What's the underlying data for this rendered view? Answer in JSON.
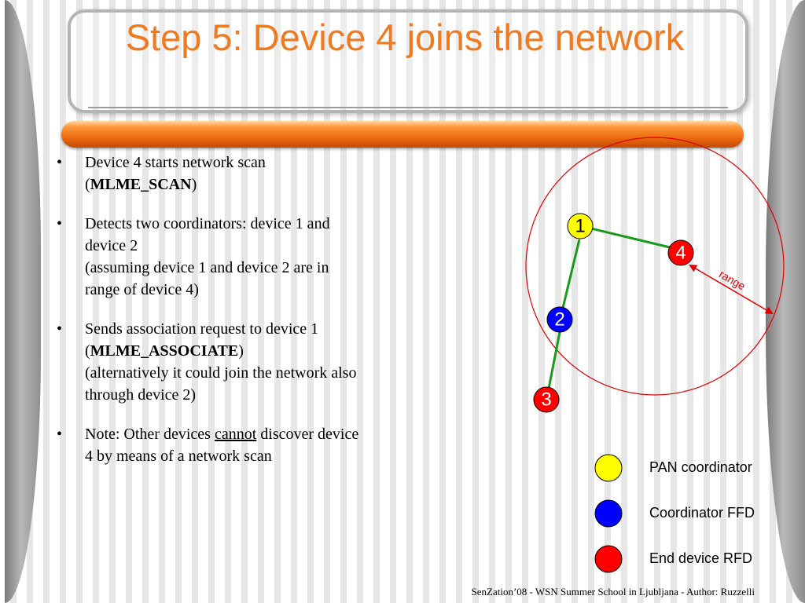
{
  "title": "Step 5: Device 4 joins the network",
  "bullets": [
    {
      "line1": "Device 4 starts network scan",
      "open": "(",
      "command": "MLME_SCAN",
      "close": ")"
    },
    {
      "line1": "Detects two coordinators: device 1 and",
      "line2": "device 2",
      "line3": "(assuming device 1 and  device 2 are in",
      "line4": "range of device 4)"
    },
    {
      "line1": "Sends association request to device 1",
      "open": "(",
      "command": "MLME_ASSOCIATE",
      "close": ")",
      "line3": "(alternatively it could join the network also",
      "line4": "through device 2)"
    },
    {
      "prefix": "Note: Other devices ",
      "emphasis": "cannot",
      "suffix": " discover device",
      "line2": "4 by means of a network scan"
    }
  ],
  "diagram": {
    "nodes": [
      {
        "label": "1",
        "role": "PAN coordinator",
        "color": "#ffff00",
        "text_color": "#000000"
      },
      {
        "label": "2",
        "role": "Coordinator FFD",
        "color": "#0000ff",
        "text_color": "#ffffff"
      },
      {
        "label": "3",
        "role": "End device RFD",
        "color": "#ff0000",
        "text_color": "#ffffff"
      },
      {
        "label": "4",
        "role": "End device RFD",
        "color": "#ff0000",
        "text_color": "#ffffff"
      }
    ],
    "links": [
      {
        "from": "1",
        "to": "4"
      },
      {
        "from": "1",
        "to": "2"
      },
      {
        "from": "2",
        "to": "3"
      }
    ],
    "link_color": "#1a9a1a",
    "range_label": "range",
    "range_color": "#e00000"
  },
  "legend": [
    {
      "label": "PAN coordinator",
      "color": "#ffff00"
    },
    {
      "label": "Coordinator FFD",
      "color": "#0000ff"
    },
    {
      "label": "End device RFD",
      "color": "#ff0000"
    }
  ],
  "footer": "SenZation’08 - WSN Summer School in Ljubljana - Author: Ruzzelli",
  "colors": {
    "title": "#f07a20",
    "accent_bar": "#ee6a10"
  }
}
